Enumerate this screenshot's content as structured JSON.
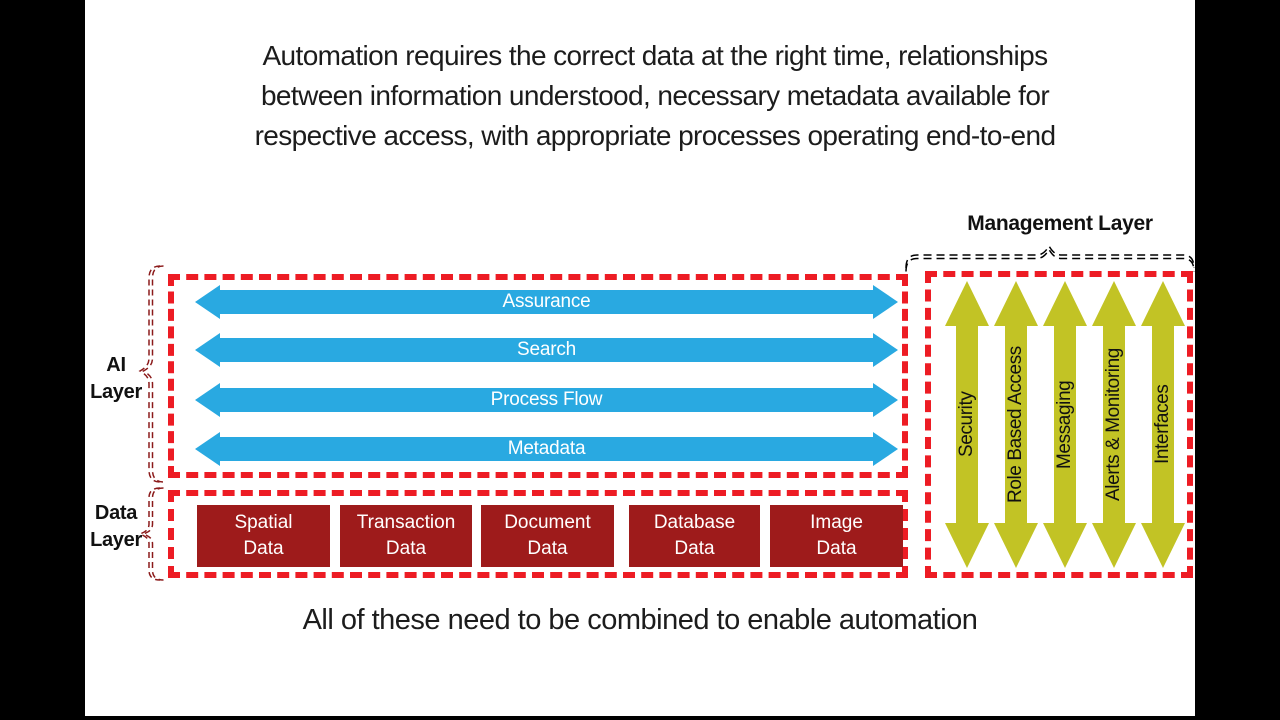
{
  "title": "Automation requires the correct data at the right time, relationships\nbetween information understood, necessary metadata available for\nrespective access, with appropriate processes operating end-to-end",
  "caption": "All of these need to be combined to enable automation",
  "management_layer": {
    "label": "Management Layer",
    "arrows": [
      "Security",
      "Role Based Access",
      "Messaging",
      "Alerts & Monitoring",
      "Interfaces"
    ]
  },
  "ai_layer": {
    "label": "AI\nLayer",
    "arrows": [
      "Assurance",
      "Search",
      "Process Flow",
      "Metadata"
    ]
  },
  "data_layer": {
    "label": "Data\nLayer",
    "boxes": [
      "Spatial\nData",
      "Transaction\nData",
      "Document\nData",
      "Database\nData",
      "Image\nData"
    ]
  },
  "colors": {
    "dashed_red": "#ED1C24",
    "arrow_blue": "#29A9E1",
    "box_maroon": "#9E1B1B",
    "arrow_yellow": "#C2C325",
    "brace_dark_red": "#8B1A1A",
    "ink": "#1C1C1C"
  }
}
